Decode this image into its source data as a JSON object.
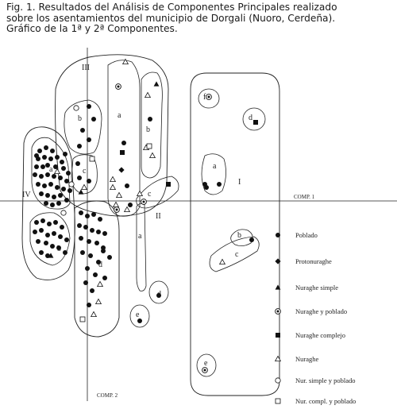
{
  "caption": {
    "line1": "Fig. 1. Resultados del Análisis de Componentes Principales realizado",
    "line2": "sobre los asentamientos del municipio de Dorgali (Nuoro, Cerdeña).",
    "line3": "Gráfico de la 1ª y 2ª Componentes."
  },
  "axes": {
    "x_label": "COMP. 1",
    "y_label": "COMP. 2"
  },
  "groups": [
    {
      "id": "I",
      "label": "I"
    },
    {
      "id": "II",
      "label": "II"
    },
    {
      "id": "III",
      "label": "III"
    },
    {
      "id": "IV",
      "label": "IV"
    }
  ],
  "subgroup_labels": {
    "a": "a",
    "b": "b",
    "c": "c",
    "d": "d",
    "e": "e",
    "f": "f"
  },
  "legend": [
    {
      "key": "poblado",
      "symbol": "filled-circle",
      "label": "Poblado"
    },
    {
      "key": "protonuraghe",
      "symbol": "filled-diamond",
      "label": "Protonuraghe"
    },
    {
      "key": "nuraghe_simple",
      "symbol": "filled-triangle",
      "label": "Nuraghe simple"
    },
    {
      "key": "nuraghe_poblado",
      "symbol": "bullseye",
      "label": "Nuraghe y poblado"
    },
    {
      "key": "nuraghe_complejo",
      "symbol": "filled-square",
      "label": "Nuraghe complejo"
    },
    {
      "key": "nuraghe",
      "symbol": "open-triangle",
      "label": "Nuraghe"
    },
    {
      "key": "nur_simple_poblado",
      "symbol": "open-circle",
      "label": "Nur. simple y poblado"
    },
    {
      "key": "nur_compl_poblado",
      "symbol": "open-square",
      "label": "Nur. compl. y poblado"
    }
  ]
}
